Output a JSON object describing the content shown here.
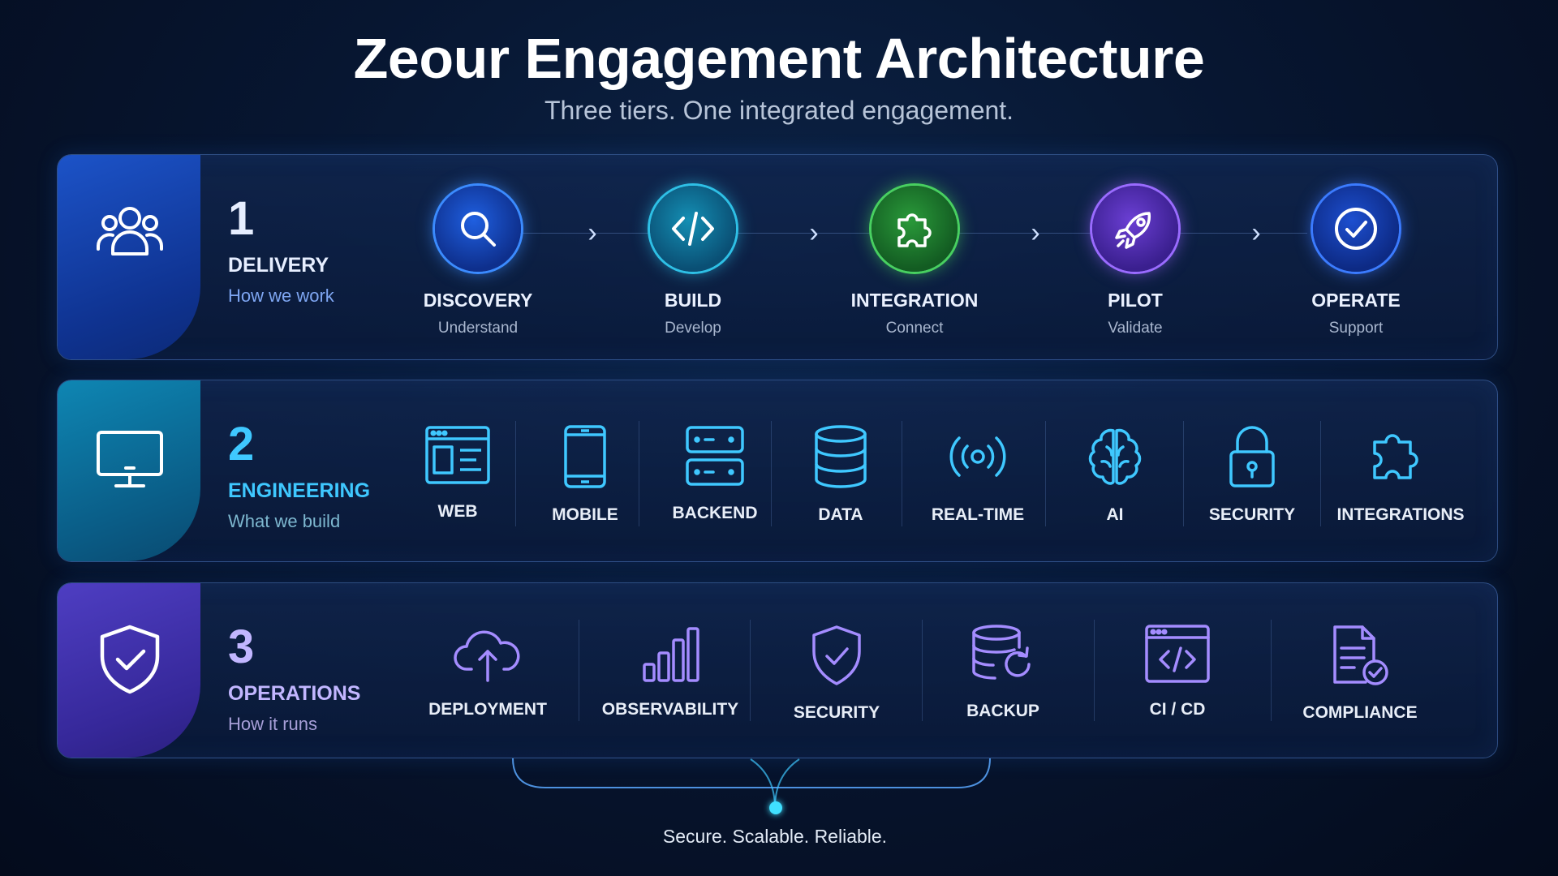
{
  "header": {
    "title": "Zeour Engagement Architecture",
    "subtitle": "Three tiers. One integrated engagement."
  },
  "tiers": [
    {
      "number": "1",
      "name": "DELIVERY",
      "description": "How we work",
      "icon": "users-icon",
      "color": "#1c53c8",
      "steps": [
        {
          "label": "DISCOVERY",
          "sub": "Understand",
          "icon": "search-icon",
          "color": "#2f7bff"
        },
        {
          "label": "BUILD",
          "sub": "Develop",
          "icon": "code-icon",
          "color": "#17a6c9"
        },
        {
          "label": "INTEGRATION",
          "sub": "Connect",
          "icon": "puzzle-icon",
          "color": "#2eb24a"
        },
        {
          "label": "PILOT",
          "sub": "Validate",
          "icon": "rocket-icon",
          "color": "#7a4ee0"
        },
        {
          "label": "OPERATE",
          "sub": "Support",
          "icon": "check-circle-icon",
          "color": "#2f6df0"
        }
      ]
    },
    {
      "number": "2",
      "name": "ENGINEERING",
      "description": "What we build",
      "icon": "monitor-icon",
      "color": "#0e86b3",
      "items": [
        {
          "label": "WEB",
          "icon": "browser-icon"
        },
        {
          "label": "MOBILE",
          "icon": "phone-icon"
        },
        {
          "label": "BACKEND",
          "icon": "server-icon"
        },
        {
          "label": "DATA",
          "icon": "database-icon"
        },
        {
          "label": "REAL-TIME",
          "icon": "broadcast-icon"
        },
        {
          "label": "AI",
          "icon": "brain-icon"
        },
        {
          "label": "SECURITY",
          "icon": "lock-icon"
        },
        {
          "label": "INTEGRATIONS",
          "icon": "puzzle-icon"
        }
      ]
    },
    {
      "number": "3",
      "name": "OPERATIONS",
      "description": "How it runs",
      "icon": "shield-check-icon",
      "color": "#4e3ec2",
      "items": [
        {
          "label": "DEPLOYMENT",
          "icon": "cloud-upload-icon"
        },
        {
          "label": "OBSERVABILITY",
          "icon": "bar-chart-icon"
        },
        {
          "label": "SECURITY",
          "icon": "shield-check-icon"
        },
        {
          "label": "BACKUP",
          "icon": "database-refresh-icon"
        },
        {
          "label": "CI / CD",
          "icon": "code-window-icon"
        },
        {
          "label": "COMPLIANCE",
          "icon": "document-check-icon"
        }
      ]
    }
  ],
  "footer": {
    "tagline": "Secure. Scalable. Reliable."
  },
  "colors": {
    "background": "#071631",
    "engineering_accent": "#3fc8ff",
    "operations_accent": "#a48cff"
  }
}
